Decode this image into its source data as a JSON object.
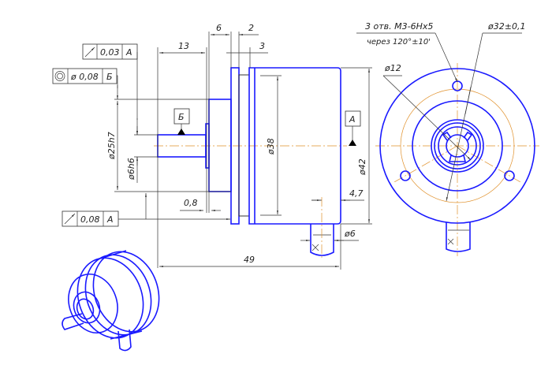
{
  "drawing": {
    "dimensions": {
      "d13": "13",
      "d6": "6",
      "d2": "2",
      "d3": "3",
      "d25": "ø25h7",
      "d6h6": "ø6h6",
      "d38": "ø38",
      "d42": "ø42",
      "d47": "4,7",
      "d6c": "ø6",
      "d49": "49",
      "d08": "0,8",
      "d12": "ø12",
      "d32": "ø32±0,1"
    },
    "note_holes_line1": "3 отв. M3-6Hx5",
    "note_holes_line2": "через 120°±10'",
    "tolerance_frames": [
      {
        "symbol": "runout",
        "value": "0,03",
        "datum": "A"
      },
      {
        "symbol": "concentricity",
        "value": "ø 0,08",
        "datum": "Б"
      },
      {
        "symbol": "runout",
        "value": "0,08",
        "datum": "A"
      }
    ],
    "datums": {
      "b": "Б",
      "a": "A"
    },
    "colors": {
      "outline": "#1a1aff",
      "centerline": "#e0902a",
      "dim": "#333333"
    }
  }
}
